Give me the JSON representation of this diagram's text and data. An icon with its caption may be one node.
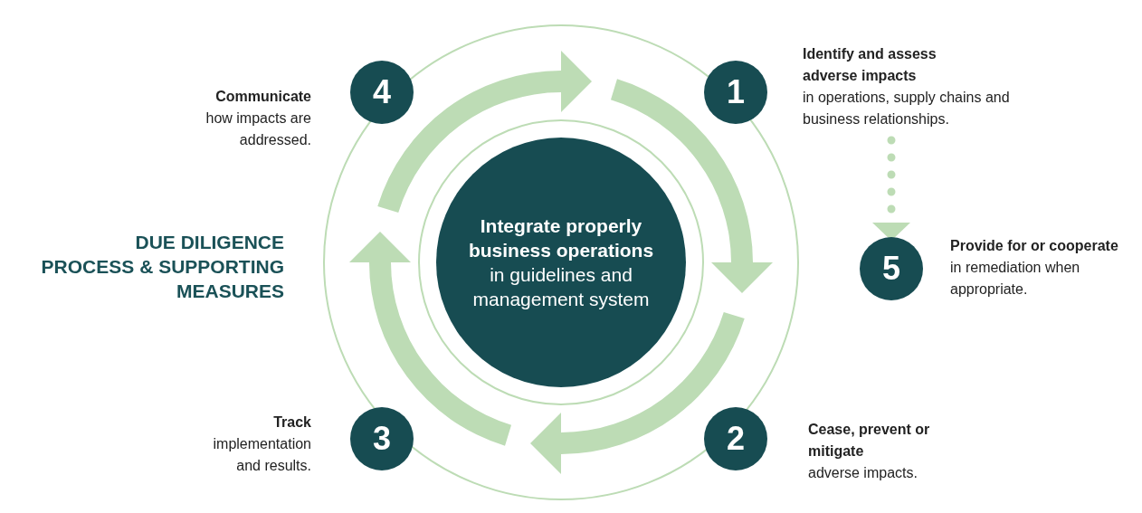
{
  "diagram": {
    "title": "DUE DILIGENCE PROCESS & SUPPORTING MEASURES",
    "nodes": [
      {
        "text": [
          "1"
        ],
        "beside": [
          "Identify and assess adverse impacts",
          "in operations, supply chains and business relationships."
        ]
      },
      {
        "text": [
          "2"
        ],
        "beside": [
          "Cease, prevent or mitigate",
          "adverse impacts."
        ]
      },
      {
        "text": [
          "3"
        ],
        "beside": [
          "Track",
          "implementation and results."
        ]
      },
      {
        "text": [
          "4"
        ],
        "beside": [
          "Communicate",
          "how impacts are addressed."
        ]
      },
      {
        "text": [
          "5"
        ],
        "beside": [
          "Provide for or cooperate",
          "in remediation when appropriate."
        ]
      },
      {
        "text": [
          "Integrate properly business operations",
          "in guidelines and management system"
        ]
      }
    ],
    "edges": [
      {
        "from": 0,
        "to": 4,
        "arrow": "to",
        "style": "dashed"
      },
      {
        "from": 3,
        "to": 0,
        "arrow": "to",
        "style": "thick"
      },
      {
        "from": 0,
        "to": 1,
        "arrow": "to",
        "style": "thick"
      },
      {
        "from": 1,
        "to": 2,
        "arrow": "to",
        "style": "thick"
      },
      {
        "from": 2,
        "to": 3,
        "arrow": "to",
        "style": "thick"
      }
    ]
  }
}
